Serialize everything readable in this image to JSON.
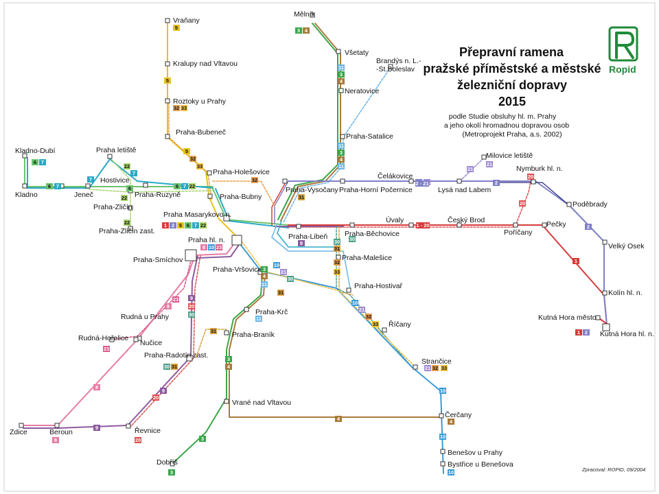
{
  "title": {
    "line1": "Přepravní ramena",
    "line2": "pražské příměstské a městské",
    "line3": "železniční dopravy",
    "year": "2015"
  },
  "subtitle": {
    "line1": "podle Studie obsluhy hl. m. Prahy",
    "line2": "a jeho okolí hromadnou dopravou osob",
    "line3": "(Metroprojekt Praha, a.s. 2002)"
  },
  "logo": {
    "text": "Ropid"
  },
  "credit": "Zpracoval: ROPID, 09/2004",
  "colors": {
    "1": "#d83a3a",
    "2": "#7f7fc8",
    "3": "#3aa64a",
    "4": "#a87a3a",
    "5": "#e6c21a",
    "6": "#6cc36c",
    "7": "#2aa8c6",
    "8": "#e77aa3",
    "9": "#8d5a9e",
    "10": "#3a9ad6",
    "11": "#6ab4e6",
    "20": "#d85050",
    "21": "#9d8ad0",
    "22": "#a9d36a",
    "23": "#d85a8a",
    "30": "#4aa08a",
    "31": "#d6a040",
    "32": "#e8a050",
    "33": "#f0c040"
  },
  "stations": [
    {
      "name": "Mělník"
    },
    {
      "name": "Všetaty"
    },
    {
      "name": "Brandýs n. L.-"
    },
    {
      "name": "-St.Boleslav"
    },
    {
      "name": "Neratovice"
    },
    {
      "name": "Praha-Satalice"
    },
    {
      "name": "Vraňany"
    },
    {
      "name": "Kralupy nad Vltavou"
    },
    {
      "name": "Roztoky u Prahy"
    },
    {
      "name": "Praha-Bubeneč"
    },
    {
      "name": "Kladno-Dubí"
    },
    {
      "name": "Praha letiště"
    },
    {
      "name": "Hostivice"
    },
    {
      "name": "Kladno"
    },
    {
      "name": "Jeneč"
    },
    {
      "name": "Praha-Ruzyně"
    },
    {
      "name": "Praha-Zličín"
    },
    {
      "name": "Praha-Zličín zast."
    },
    {
      "name": "Praha-Holešovice"
    },
    {
      "name": "Praha-Bubny"
    },
    {
      "name": "Praha Masarykovo n."
    },
    {
      "name": "Praha hl. n."
    },
    {
      "name": "Praha-Smíchov"
    },
    {
      "name": "Praha-Vršovice"
    },
    {
      "name": "Praha-Vysočany"
    },
    {
      "name": "Praha-Horní Počernice"
    },
    {
      "name": "Čelákovice"
    },
    {
      "name": "Lysá nad Labem"
    },
    {
      "name": "Milovice letiště"
    },
    {
      "name": "Nymburk hl. n."
    },
    {
      "name": "Poděbrady"
    },
    {
      "name": "Úvaly"
    },
    {
      "name": "Český Brod"
    },
    {
      "name": "Pečky"
    },
    {
      "name": "Poříčany"
    },
    {
      "name": "Velký Osek"
    },
    {
      "name": "Praha-Libeň"
    },
    {
      "name": "Praha-Běchovice"
    },
    {
      "name": "Praha-Malešice"
    },
    {
      "name": "Praha-Hostivař"
    },
    {
      "name": "Říčany"
    },
    {
      "name": "Strančice"
    },
    {
      "name": "Kolín hl. n."
    },
    {
      "name": "Kutná Hora město"
    },
    {
      "name": "Kutná Hora hl. n."
    },
    {
      "name": "Praha-Krč"
    },
    {
      "name": "Praha-Braník"
    },
    {
      "name": "Rudná u Prahy"
    },
    {
      "name": "Rudná-Hořelice"
    },
    {
      "name": "Nučice"
    },
    {
      "name": "Praha-Radotín zast."
    },
    {
      "name": "Vrané nad Vltavou"
    },
    {
      "name": "Čerčany"
    },
    {
      "name": "Benešov u Prahy"
    },
    {
      "name": "Bystřice u Benešova"
    },
    {
      "name": "Zdice"
    },
    {
      "name": "Beroun"
    },
    {
      "name": "Řevnice"
    },
    {
      "name": "Dobříš"
    }
  ],
  "badges": [
    {
      "t": "3"
    },
    {
      "t": "4"
    },
    {
      "t": "11"
    },
    {
      "t": "3"
    },
    {
      "t": "4"
    },
    {
      "t": "11"
    },
    {
      "t": "3"
    },
    {
      "t": "4"
    },
    {
      "t": "11"
    },
    {
      "t": "5"
    },
    {
      "t": "5"
    },
    {
      "t": "32"
    },
    {
      "t": "33"
    },
    {
      "t": "5"
    },
    {
      "t": "32"
    },
    {
      "t": "33"
    },
    {
      "t": "6"
    },
    {
      "t": "7"
    },
    {
      "t": "22"
    },
    {
      "t": "7"
    },
    {
      "t": "7"
    },
    {
      "t": "6"
    },
    {
      "t": "6"
    },
    {
      "t": "7"
    },
    {
      "t": "22"
    },
    {
      "t": "6"
    },
    {
      "t": "7"
    },
    {
      "t": "22"
    },
    {
      "t": "22"
    },
    {
      "t": "32"
    },
    {
      "t": "1"
    },
    {
      "t": "2"
    },
    {
      "t": "5"
    },
    {
      "t": "6"
    },
    {
      "t": "7"
    },
    {
      "t": "22"
    },
    {
      "t": "8"
    },
    {
      "t": "10"
    },
    {
      "t": "23"
    },
    {
      "t": "31"
    },
    {
      "t": "2"
    },
    {
      "t": "21"
    },
    {
      "t": "21"
    },
    {
      "t": "21"
    },
    {
      "t": "2"
    },
    {
      "t": "20"
    },
    {
      "t": "20"
    },
    {
      "t": "1 - 20"
    },
    {
      "t": "9"
    },
    {
      "t": "30"
    },
    {
      "t": "30"
    },
    {
      "t": "31"
    },
    {
      "t": "32"
    },
    {
      "t": "33"
    },
    {
      "t": "3"
    },
    {
      "t": "4"
    },
    {
      "t": "11"
    },
    {
      "t": "10"
    },
    {
      "t": "21"
    },
    {
      "t": "30"
    },
    {
      "t": "31"
    },
    {
      "t": "11"
    },
    {
      "t": "10"
    },
    {
      "t": "21"
    },
    {
      "t": "32"
    },
    {
      "t": "33"
    },
    {
      "t": "21"
    },
    {
      "t": "32"
    },
    {
      "t": "33"
    },
    {
      "t": "2"
    },
    {
      "t": "1"
    },
    {
      "t": "1"
    },
    {
      "t": "2"
    },
    {
      "t": "23"
    },
    {
      "t": "8"
    },
    {
      "t": "9"
    },
    {
      "t": "20"
    },
    {
      "t": "30"
    },
    {
      "t": "23"
    },
    {
      "t": "30"
    },
    {
      "t": "31"
    },
    {
      "t": "31"
    },
    {
      "t": "3"
    },
    {
      "t": "4"
    },
    {
      "t": "4"
    },
    {
      "t": "10"
    },
    {
      "t": "4"
    },
    {
      "t": "10"
    },
    {
      "t": "10"
    },
    {
      "t": "8"
    },
    {
      "t": "9"
    },
    {
      "t": "20"
    },
    {
      "t": "9"
    },
    {
      "t": "8"
    },
    {
      "t": "20"
    },
    {
      "t": "3"
    },
    {
      "t": "3"
    },
    {
      "t": "2 - 21"
    }
  ]
}
